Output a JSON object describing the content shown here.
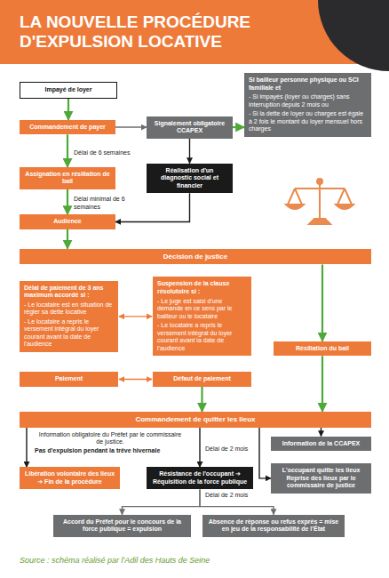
{
  "diagram": {
    "title": "LA NOUVELLE PROCÉDURE D'EXPULSION LOCATIVE",
    "caption": "Source : schéma réalisé par l'Adil des Hauts de Seine",
    "nodes": [
      {
        "text": [
          "Impayé de loyer"
        ]
      },
      {
        "text": [
          "Commandement de payer"
        ]
      },
      {
        "text": [
          "Signalement obligatoire CCAPEX"
        ]
      },
      {
        "text": [
          "Si bailleur personne physique ou SCI familiale et",
          "- Si impayés (loyer ou charges) sans interruption depuis 2 mois ou",
          "- Si la dette de loyer ou charges est égale à 2 fois le montant du loyer mensuel hors charges"
        ]
      },
      {
        "text": [
          "Assignation en résiliation de bail"
        ]
      },
      {
        "text": [
          "Réalisation d'un diagnostic social et financier"
        ]
      },
      {
        "text": [
          "Audience"
        ]
      },
      {
        "text": [
          "Décision de justice"
        ]
      },
      {
        "text": [
          "Délai de paiement de 3 ans maximum accordé si :",
          "- Le locataire est en situation de régler sa dette locative",
          "- Le locataire a repris le versement intégral du loyer courant avant la date de l'audience"
        ]
      },
      {
        "text": [
          "Suspension de la clause résolutoire si :",
          "- Le juge est saisi d'une demande en ce sens par le bailleur ou le locataire",
          "- Le locataire a repris le versement intégral du loyer courant avant la date de l'audience"
        ]
      },
      {
        "text": [
          "Résiliation du bail"
        ]
      },
      {
        "text": [
          "Paiement"
        ]
      },
      {
        "text": [
          "Défaut de paiement"
        ]
      },
      {
        "text": [
          "Commandement de quitter les lieux"
        ]
      },
      {
        "text": [
          "Information de la CCAPEX"
        ]
      },
      {
        "text": [
          "Libération volontaire des lieux ➔ Fin de la procédure"
        ]
      },
      {
        "text": [
          "Résistance de l'occupant ➔ Réquisition de la force publique"
        ]
      },
      {
        "text": [
          "L'occupant quitte les lieux Reprise des lieux par le commissaire de justice"
        ]
      },
      {
        "text": [
          "Accord du Préfet pour le concours de la force publique = expulsion"
        ]
      },
      {
        "text": [
          "Absence de réponse ou refus exprès = mise en jeu de la responsabilité de l'État"
        ]
      }
    ],
    "edges": [
      {
        "from": 0,
        "to": 1,
        "arrow": "to"
      },
      {
        "from": 1,
        "to": 2,
        "arrow": "to"
      },
      {
        "from": 2,
        "to": 3,
        "arrow": "to"
      },
      {
        "from": 1,
        "to": 4,
        "arrow": "to"
      },
      {
        "from": 2,
        "to": 5,
        "arrow": "to"
      },
      {
        "from": 4,
        "to": 6,
        "arrow": "to"
      },
      {
        "from": 5,
        "to": 6,
        "arrow": "to"
      },
      {
        "from": 6,
        "to": 7,
        "arrow": "to"
      },
      {
        "from": 8,
        "to": 9,
        "arrow": "both"
      },
      {
        "from": 7,
        "to": 10,
        "arrow": "to"
      },
      {
        "from": 11,
        "to": 12,
        "arrow": "both"
      },
      {
        "from": 10,
        "to": 13,
        "arrow": "to"
      },
      {
        "from": 12,
        "to": 13,
        "arrow": "to"
      },
      {
        "from": 13,
        "to": 14,
        "arrow": "to"
      },
      {
        "from": 13,
        "to": 15,
        "arrow": "to"
      },
      {
        "from": 13,
        "to": 16,
        "arrow": "to"
      },
      {
        "from": 13,
        "to": 17,
        "arrow": "to"
      },
      {
        "from": 16,
        "to": 18,
        "arrow": "to"
      },
      {
        "from": 16,
        "to": 19,
        "arrow": "to"
      }
    ],
    "labels": [
      "Délai de 6 semaines",
      "Délai minimal de 6 semaines",
      "Information obligatoire du Préfet par le commissaire de justice.",
      "Pas d'expulsion pendant la trêve hivernale",
      "Délai de 2 mois",
      "Délai de 2 mois"
    ]
  }
}
